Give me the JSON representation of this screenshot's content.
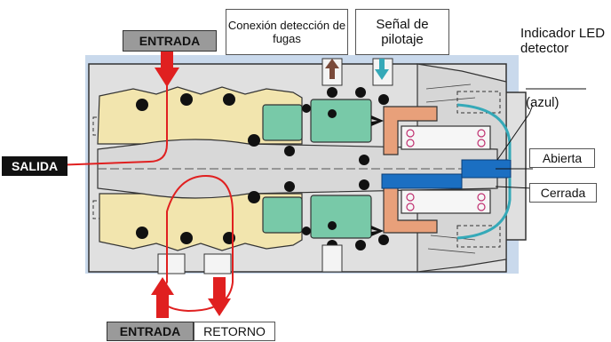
{
  "labels": {
    "entrada_top": "ENTRADA",
    "entrada_bottom": "ENTRADA",
    "retorno": "RETORNO",
    "salida": "SALIDA",
    "conexion": "Conexión detección de fugas",
    "senal": "Señal de pilotaje",
    "indicador": "Indicador LED detector",
    "azul": "(azul)",
    "abierta": "Abierta",
    "cerrada": "Cerrada"
  },
  "colors": {
    "background_panel": "#c9d9ec",
    "housing": "#e4e4e4",
    "rotor": "#f2e5ae",
    "seal_green": "#78c9a8",
    "piston_orange": "#e8a07a",
    "led_blue": "#1b6fc2",
    "flow_red": "#e02020",
    "arrow_teal": "#35a9b8",
    "arrow_brown": "#7a4a3a"
  }
}
